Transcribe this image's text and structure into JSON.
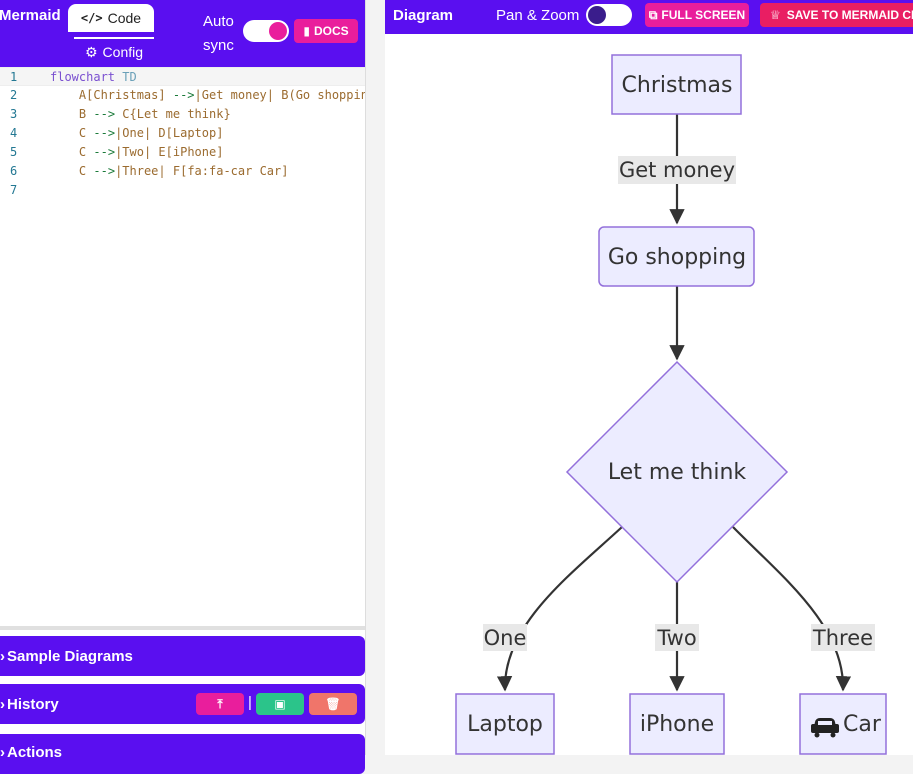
{
  "app": {
    "title": "Mermaid"
  },
  "tabs": {
    "code": "Code",
    "config": "Config"
  },
  "autosync": {
    "line1": "Auto",
    "line2": "sync",
    "enabled": true
  },
  "docs_label": "DOCS",
  "editor": {
    "lines": [
      {
        "num": "1",
        "parts": [
          [
            "kw",
            "flowchart"
          ],
          [
            "sp",
            " "
          ],
          [
            "kw2",
            "TD"
          ]
        ]
      },
      {
        "num": "2",
        "parts": [
          [
            "sp",
            "    "
          ],
          [
            "tx",
            "A[Christmas]"
          ],
          [
            "sp",
            " "
          ],
          [
            "ar",
            "-->"
          ],
          [
            "tx",
            "|Get money|"
          ],
          [
            "sp",
            " "
          ],
          [
            "tx",
            "B(Go shopping)"
          ]
        ]
      },
      {
        "num": "3",
        "parts": [
          [
            "sp",
            "    "
          ],
          [
            "tx",
            "B"
          ],
          [
            "sp",
            " "
          ],
          [
            "ar",
            "-->"
          ],
          [
            "sp",
            " "
          ],
          [
            "tx",
            "C{Let me think}"
          ]
        ]
      },
      {
        "num": "4",
        "parts": [
          [
            "sp",
            "    "
          ],
          [
            "tx",
            "C"
          ],
          [
            "sp",
            " "
          ],
          [
            "ar",
            "-->"
          ],
          [
            "tx",
            "|One|"
          ],
          [
            "sp",
            " "
          ],
          [
            "tx",
            "D[Laptop]"
          ]
        ]
      },
      {
        "num": "5",
        "parts": [
          [
            "sp",
            "    "
          ],
          [
            "tx",
            "C"
          ],
          [
            "sp",
            " "
          ],
          [
            "ar",
            "-->"
          ],
          [
            "tx",
            "|Two|"
          ],
          [
            "sp",
            " "
          ],
          [
            "tx",
            "E[iPhone]"
          ]
        ]
      },
      {
        "num": "6",
        "parts": [
          [
            "sp",
            "    "
          ],
          [
            "tx",
            "C"
          ],
          [
            "sp",
            " "
          ],
          [
            "ar",
            "-->"
          ],
          [
            "tx",
            "|Three|"
          ],
          [
            "sp",
            " "
          ],
          [
            "tx",
            "F[fa:fa-car Car]"
          ]
        ]
      },
      {
        "num": "7",
        "parts": []
      }
    ]
  },
  "panels": {
    "samples": "Sample Diagrams",
    "history": "History",
    "actions": "Actions"
  },
  "diagram_header": {
    "title": "Diagram",
    "pan_zoom": "Pan & Zoom",
    "pan_zoom_enabled": false,
    "full_screen": "FULL SCREEN",
    "save": "SAVE TO MERMAID CHART"
  },
  "flowchart": {
    "nodes": {
      "christmas": "Christmas",
      "shopping": "Go shopping",
      "think": "Let me think",
      "laptop": "Laptop",
      "iphone": "iPhone",
      "car": "Car"
    },
    "edge_labels": {
      "money": "Get money",
      "one": "One",
      "two": "Two",
      "three": "Three"
    }
  },
  "colors": {
    "primary": "#5a0ff0",
    "pink": "#e91e9c",
    "green": "#2bc48a",
    "red": "#f0756a",
    "node_fill": "#ececff",
    "node_stroke": "#9370db"
  }
}
